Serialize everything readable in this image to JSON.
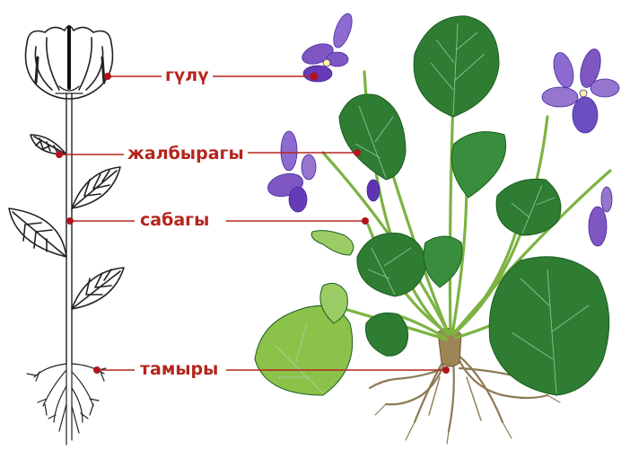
{
  "labels": {
    "flower": "гүлү",
    "leaves": "жалбырагы",
    "stem": "сабагы",
    "roots": "тамыры"
  },
  "colors": {
    "label_text": "#b5251d",
    "leader_line": "#b5251d",
    "dot": "#b0141c",
    "leaf_dark": "#2e7d32",
    "leaf_light": "#8bc34a",
    "petal": "#7e57c2",
    "root": "#8d7a55",
    "schematic_stroke": "#222222"
  }
}
